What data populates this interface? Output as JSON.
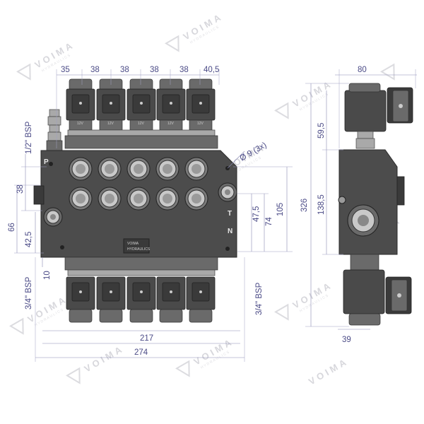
{
  "watermark": {
    "brand": "VOIMA",
    "sub": "HYDRAULICS"
  },
  "top_dims": {
    "d1": "35",
    "d2": "38",
    "d3": "38",
    "d4": "38",
    "d5": "38",
    "d6": "40,5"
  },
  "side_width": "80",
  "left_dims": {
    "port_top": "1/2\" BSP",
    "h38": "38",
    "h66": "66",
    "h42": "42,5",
    "h10": "10",
    "port_bottom": "3/4\" BSP"
  },
  "right_dims": {
    "hole": "Ø 9 (3x)",
    "h47": "47,5",
    "h74": "74",
    "h105": "105",
    "h326": "326",
    "port_bottom": "3/4\" BSP"
  },
  "side_dims": {
    "h59": "59,5",
    "h138": "138,5",
    "w39": "39"
  },
  "bottom_dims": {
    "w217": "217",
    "w274": "274"
  },
  "ports": {
    "p": "P",
    "t": "T",
    "n": "N"
  },
  "plate": {
    "line1": "VOIMA",
    "line2": "HYDRAULICS"
  },
  "coil_labels": [
    "12V",
    "12V",
    "12V",
    "12V",
    "12V"
  ]
}
